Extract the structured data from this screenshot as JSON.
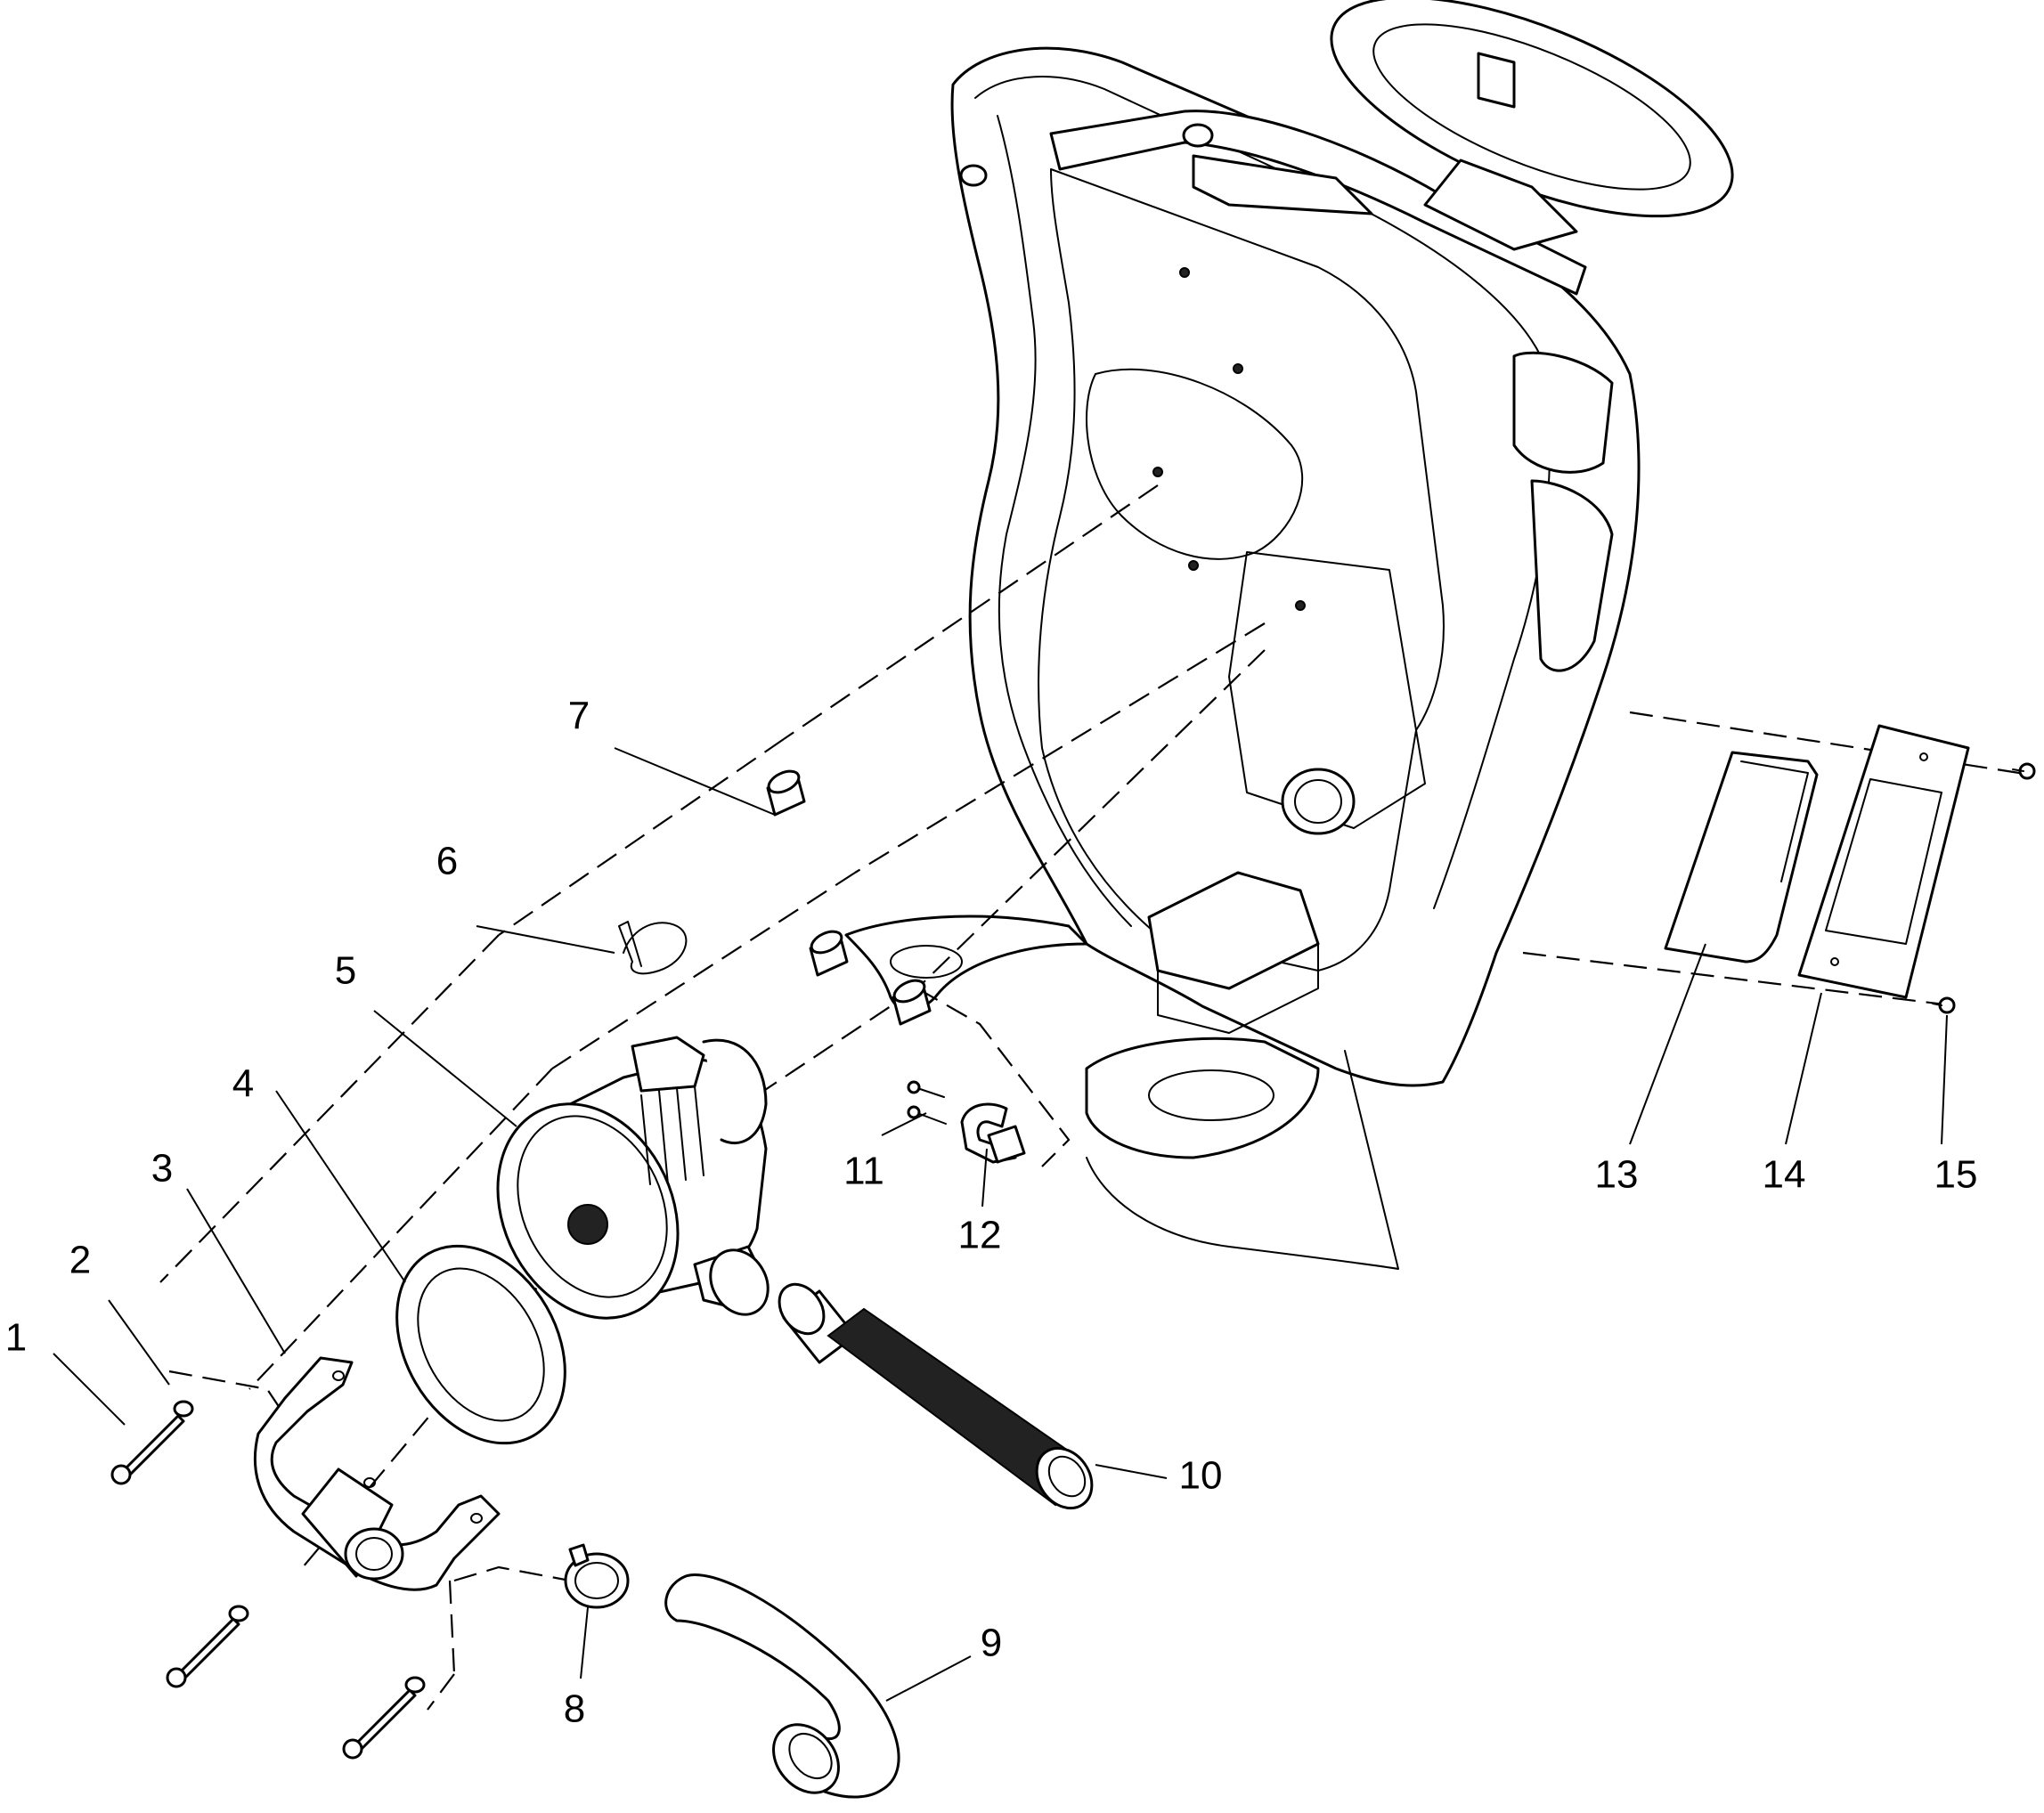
{
  "callouts": [
    {
      "id": "1"
    },
    {
      "id": "2"
    },
    {
      "id": "3"
    },
    {
      "id": "4"
    },
    {
      "id": "5"
    },
    {
      "id": "6"
    },
    {
      "id": "7"
    },
    {
      "id": "8"
    },
    {
      "id": "9"
    },
    {
      "id": "10"
    },
    {
      "id": "11"
    },
    {
      "id": "12"
    },
    {
      "id": "13"
    },
    {
      "id": "14"
    },
    {
      "id": "15"
    }
  ],
  "colors": {
    "line": "#000000",
    "background": "#ffffff",
    "hose_fill": "#2a2a2a"
  }
}
